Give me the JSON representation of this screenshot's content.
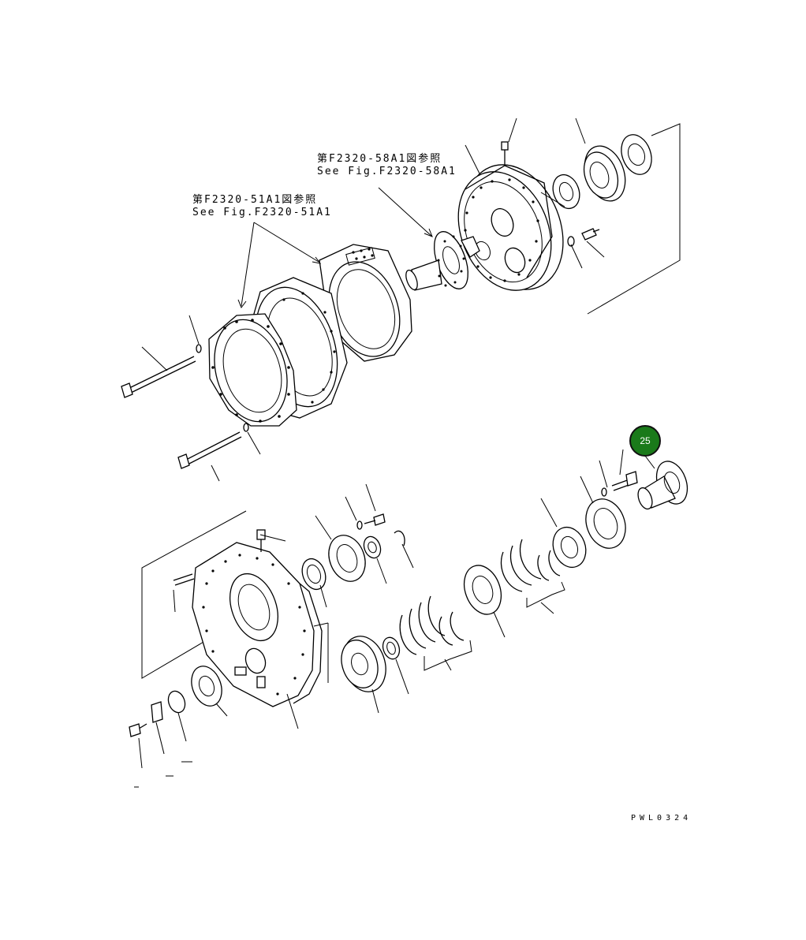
{
  "references": [
    {
      "line1": "第F2320-58A1図参照",
      "line2": "See Fig.F2320-58A1"
    },
    {
      "line1": "第F2320-51A1図参照",
      "line2": "See Fig.F2320-51A1"
    }
  ],
  "callout": {
    "label": "25",
    "color": "#1a7a1a"
  },
  "drawing_code": "PWL0324"
}
